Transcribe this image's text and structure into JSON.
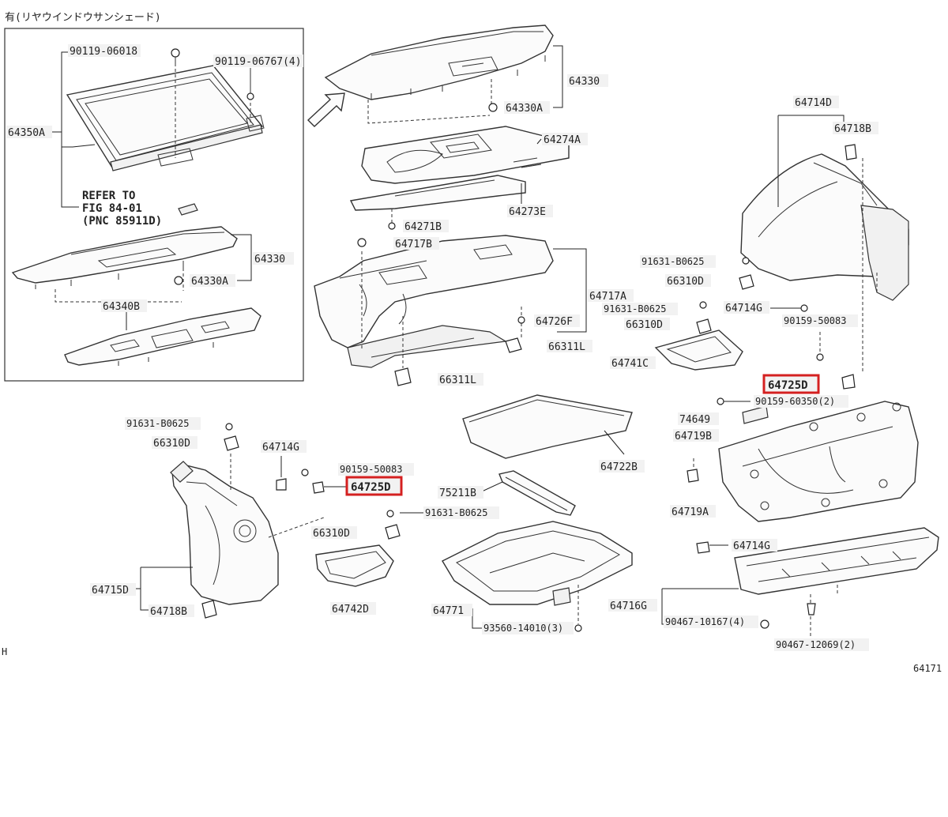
{
  "inset": {
    "title": "有(リヤウインドウサンシェード)",
    "refer": [
      "REFER TO",
      "FIG 84-01",
      "(PNC 85911D)"
    ]
  },
  "labels": {
    "p90119_06018": "90119-06018",
    "p90119_06767": "90119-06767(4)",
    "p64350A": "64350A",
    "p64330_inset": "64330",
    "p64330A_inset": "64330A",
    "p64340B": "64340B",
    "p64330": "64330",
    "p64330A": "64330A",
    "p64274A": "64274A",
    "p64273E": "64273E",
    "p64271B": "64271B",
    "p64717B": "64717B",
    "p64717A": "64717A",
    "p64726F": "64726F",
    "p66311L_a": "66311L",
    "p66311L_b": "66311L",
    "p64714D": "64714D",
    "p64718B_top": "64718B",
    "p91631_r1": "91631-B0625",
    "p66310D_r1": "66310D",
    "p64714G_r": "64714G",
    "p91631_r2": "91631-B0625",
    "p66310D_r2": "66310D",
    "p90159_50083_r": "90159-50083",
    "p64741C": "64741C",
    "p64725D_r": "64725D",
    "p90159_60350": "90159-60350(2)",
    "p74649": "74649",
    "p64719B": "64719B",
    "p64719A": "64719A",
    "p91631_l": "91631-B0625",
    "p66310D_l": "66310D",
    "p64714G_l": "64714G",
    "p90159_50083_l": "90159-50083",
    "p64725D_l": "64725D",
    "p64715D": "64715D",
    "p64718B_l": "64718B",
    "p66310D_m": "66310D",
    "p91631_m": "91631-B0625",
    "p64742D": "64742D",
    "p64722B": "64722B",
    "p75211B": "75211B",
    "p64771": "64771",
    "p93560": "93560-14010(3)",
    "p64714G_b": "64714G",
    "p64716G": "64716G",
    "p90467_10167": "90467-10167(4)",
    "p90467_12069": "90467-12069(2)",
    "corner_h": "H",
    "fig_code": "64171"
  },
  "highlight_color": "#d42020"
}
